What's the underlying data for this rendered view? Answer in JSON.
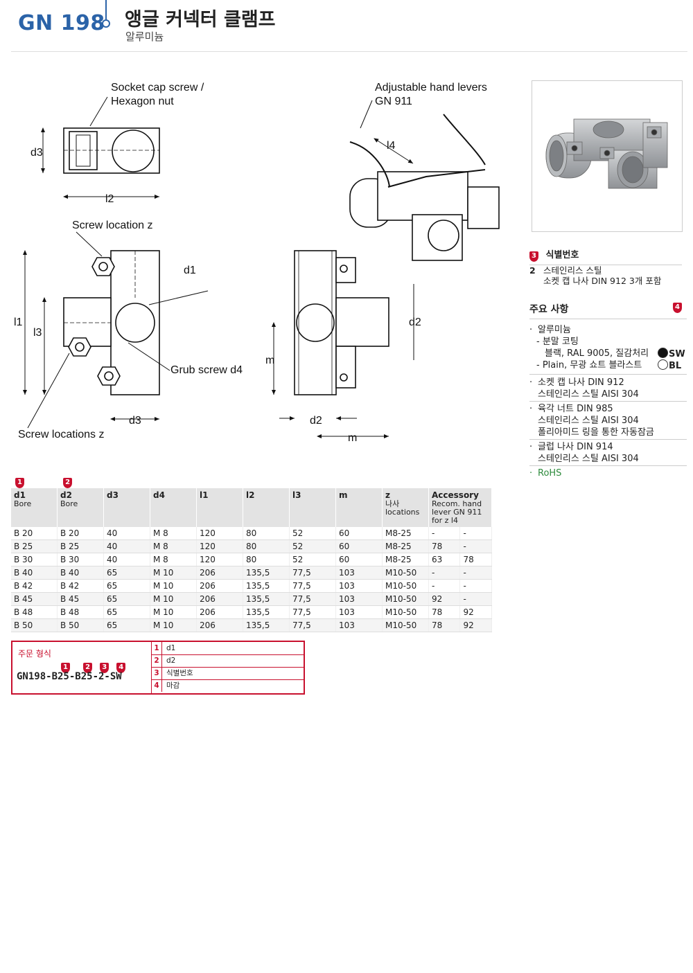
{
  "header": {
    "code": "GN 198",
    "title": "앵글 커넥터 클램프",
    "subtitle": "알루미늄"
  },
  "drawing": {
    "socket_cap_line1": "Socket cap screw /",
    "socket_cap_line2": "Hexagon nut",
    "hand_levers_line1": "Adjustable hand levers",
    "hand_levers_line2": "GN 911",
    "screw_location": "Screw location z",
    "screw_locations": "Screw locations z",
    "grub_screw": "Grub screw d4",
    "labels": {
      "d1": "d1",
      "d2": "d2",
      "d3": "d3",
      "l1": "l1",
      "l2": "l2",
      "l3": "l3",
      "l4": "l4",
      "m": "m"
    }
  },
  "identification": {
    "heading": "식별번호",
    "badge": "3",
    "number": "2",
    "line1": "스테인리스 스틸",
    "line2": "소켓 캡 나사 DIN 912 3개 포함"
  },
  "notes": {
    "heading": "주요 사항",
    "badge": "4",
    "n1": "알루미늄",
    "n1a": "- 분말 코팅",
    "n1b": "블랙, RAL 9005, 질감처리",
    "n1b_code": "SW",
    "n1c": "- Plain, 무광 쇼트 블라스트",
    "n1c_code": "BL",
    "n2a": "소켓 캡 나사 DIN 912",
    "n2b": "스테인리스 스틸 AISI 304",
    "n3a": "육각 너트 DIN 985",
    "n3b": "스테인리스 스틸 AISI 304",
    "n3c": "폴리아미드 링을 통한 자동잠금",
    "n4a": "글럽 나사 DIN 914",
    "n4b": "스테인리스 스틸 AISI 304",
    "rohs": "RoHS",
    "bullet": "·",
    "colors": {
      "sw": "#111111",
      "bl": "#ffffff",
      "accent": "#c8102e",
      "brand": "#2b63a8"
    }
  },
  "table": {
    "badges": [
      "1",
      "2"
    ],
    "headers": [
      {
        "main": "d1",
        "sub": "Bore"
      },
      {
        "main": "d2",
        "sub": "Bore"
      },
      {
        "main": "d3",
        "sub": ""
      },
      {
        "main": "d4",
        "sub": ""
      },
      {
        "main": "l1",
        "sub": ""
      },
      {
        "main": "l2",
        "sub": ""
      },
      {
        "main": "l3",
        "sub": ""
      },
      {
        "main": "m",
        "sub": ""
      },
      {
        "main": "z",
        "sub": "나사 locations"
      },
      {
        "main": "Accessory",
        "sub": "Recom. hand lever GN 911 for z l4"
      }
    ],
    "rows": [
      [
        "B 20",
        "B 20",
        "40",
        "M  8",
        "120",
        "80",
        "52",
        "60",
        "M8-25",
        "-",
        "-"
      ],
      [
        "B 25",
        "B 25",
        "40",
        "M  8",
        "120",
        "80",
        "52",
        "60",
        "M8-25",
        "78",
        "-"
      ],
      [
        "B 30",
        "B 30",
        "40",
        "M  8",
        "120",
        "80",
        "52",
        "60",
        "M8-25",
        "63",
        "78"
      ],
      [
        "B 40",
        "B 40",
        "65",
        "M 10",
        "206",
        "135,5",
        "77,5",
        "103",
        "M10-50",
        "-",
        "-"
      ],
      [
        "B 42",
        "B 42",
        "65",
        "M 10",
        "206",
        "135,5",
        "77,5",
        "103",
        "M10-50",
        "-",
        "-"
      ],
      [
        "B 45",
        "B 45",
        "65",
        "M 10",
        "206",
        "135,5",
        "77,5",
        "103",
        "M10-50",
        "92",
        "-"
      ],
      [
        "B 48",
        "B 48",
        "65",
        "M 10",
        "206",
        "135,5",
        "77,5",
        "103",
        "M10-50",
        "78",
        "92"
      ],
      [
        "B 50",
        "B 50",
        "65",
        "M 10",
        "206",
        "135,5",
        "77,5",
        "103",
        "M10-50",
        "78",
        "92"
      ]
    ]
  },
  "order": {
    "title": "주문 형식",
    "badges": [
      "1",
      "2",
      "3",
      "4"
    ],
    "code": "GN198-B25-B25-2-SW",
    "items": [
      {
        "k": "1",
        "v": "d1"
      },
      {
        "k": "2",
        "v": "d2"
      },
      {
        "k": "3",
        "v": "식별번호"
      },
      {
        "k": "4",
        "v": "마감"
      }
    ]
  }
}
